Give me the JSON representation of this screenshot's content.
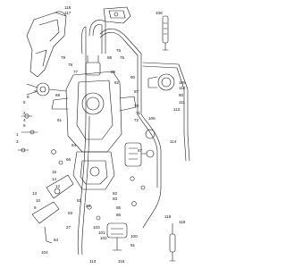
{
  "diagram": {
    "ink_color": "#1a1a1a",
    "background_color": "#ffffff",
    "callouts": [
      "116",
      "117",
      "108",
      "79",
      "78",
      "77",
      "88",
      "76",
      "75",
      "89",
      "69",
      "80",
      "82",
      "7",
      "8",
      "5",
      "87",
      "61",
      "70",
      "71",
      "72",
      "109",
      "110",
      "80",
      "111",
      "112",
      "105",
      "2",
      "4",
      "6",
      "1",
      "3",
      "114",
      "64",
      "66",
      "15",
      "67",
      "14",
      "12",
      "13",
      "10",
      "9",
      "82",
      "83",
      "81",
      "24",
      "93",
      "85",
      "86",
      "27",
      "103",
      "101",
      "102",
      "84",
      "100",
      "91",
      "104",
      "113",
      "115",
      "118",
      "119"
    ]
  }
}
